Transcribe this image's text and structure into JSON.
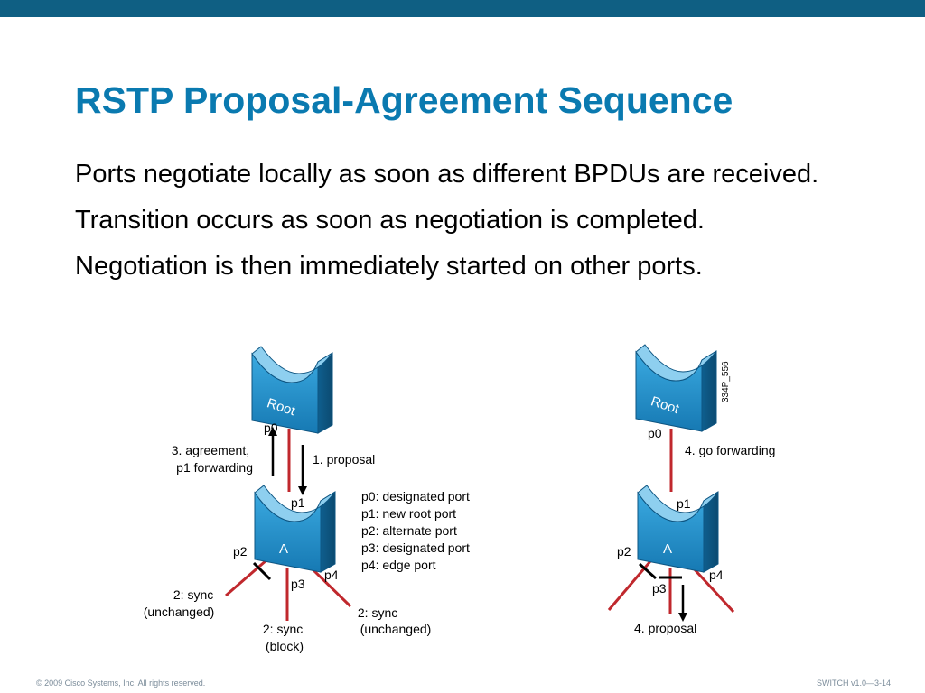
{
  "slide": {
    "title": "RSTP Proposal-Agreement Sequence",
    "bullets": [
      "Ports negotiate locally as soon as different BPDUs are received.",
      "Transition occurs as soon as negotiation is completed.",
      "Negotiation is then immediately started on other ports."
    ],
    "footer_left": "© 2009 Cisco Systems, Inc. All rights reserved.",
    "footer_right": "SWITCH v1.0—3-14"
  },
  "colors": {
    "header_bar": "#0f5f83",
    "title": "#0a7ab0",
    "switch_face": "#1f8fcb",
    "link": "#c0282d"
  },
  "diagram": {
    "figure_id": "334P_556",
    "left": {
      "root_label": "Root",
      "switch_label": "A",
      "ports": {
        "p0": "p0",
        "p1": "p1",
        "p2": "p2",
        "p3": "p3",
        "p4": "p4"
      },
      "agreement": [
        "3. agreement,",
        "p1 forwarding"
      ],
      "proposal": "1. proposal",
      "legend": [
        "p0: designated port",
        "p1: new root port",
        "p2: alternate port",
        "p3: designated port",
        "p4: edge port"
      ],
      "sync_left": [
        "2: sync",
        "(unchanged)"
      ],
      "sync_bottom": [
        "2: sync",
        "(block)"
      ],
      "sync_right": [
        "2: sync",
        "(unchanged)"
      ]
    },
    "right": {
      "root_label": "Root",
      "switch_label": "A",
      "ports": {
        "p0": "p0",
        "p1": "p1",
        "p2": "p2",
        "p3": "p3",
        "p4": "p4"
      },
      "go_forwarding": "4. go forwarding",
      "proposal": "4. proposal"
    }
  }
}
